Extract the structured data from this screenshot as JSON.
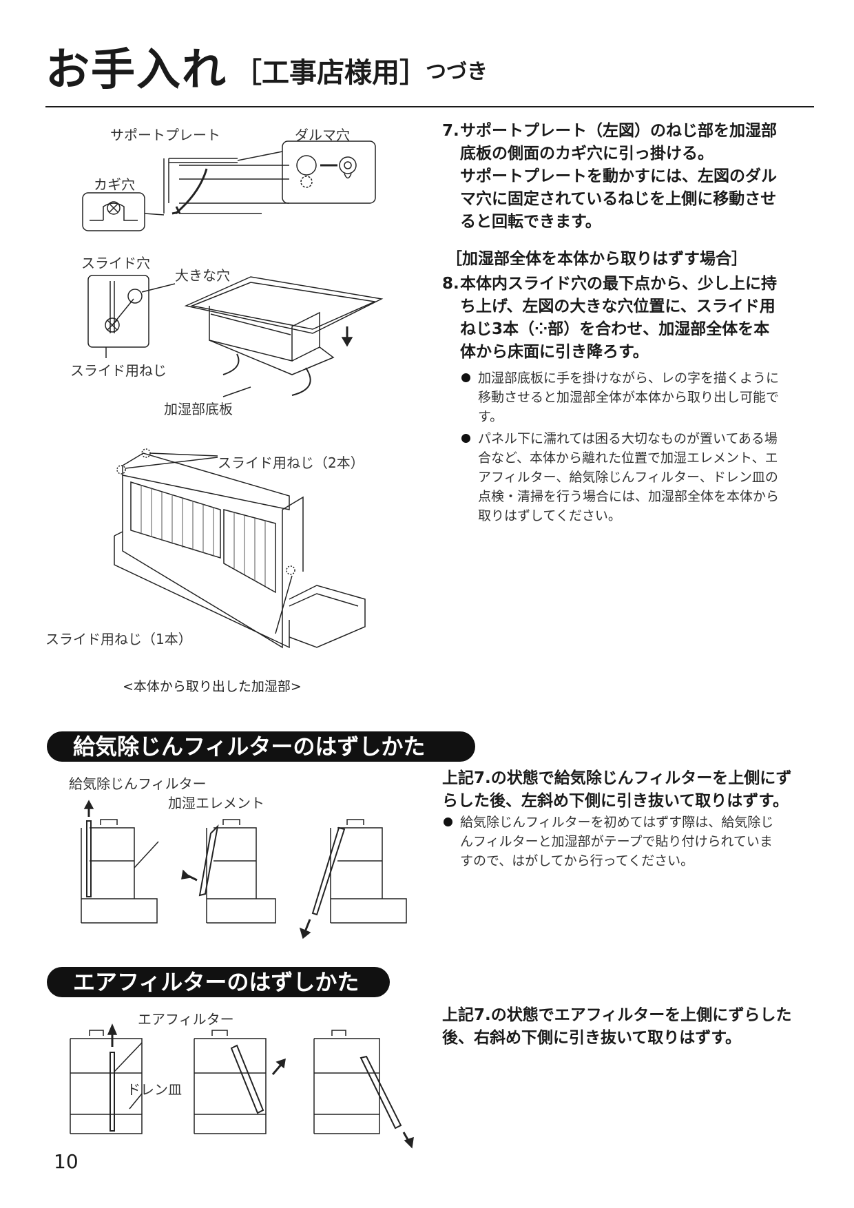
{
  "header": {
    "title": "お手入れ",
    "subtitle": "［工事店様用］",
    "continued": "つづき"
  },
  "figures": {
    "support_plate": "サポートプレート",
    "daruma_hole": "ダルマ穴",
    "hook_hole": "カギ穴",
    "slide_hole": "スライド穴",
    "large_hole": "大きな穴",
    "slide_screw": "スライド用ねじ",
    "humidifier_base": "加湿部底板",
    "slide_screw_2": "スライド用ねじ（2本）",
    "slide_screw_1": "スライド用ねじ（1本）",
    "removed_caption": "<本体から取り出した加湿部>",
    "supply_filter_label": "給気除じんフィルター",
    "element_label": "加湿エレメント",
    "air_filter_label": "エアフィルター",
    "drain_label": "ドレン皿"
  },
  "step7": {
    "num": "7.",
    "line1": "サポートプレート（左図）のねじ部を加湿部",
    "line2": "底板の側面のカギ穴に引っ掛ける。",
    "line3": "サポートプレートを動かすには、左図のダル",
    "line4": "マ穴に固定されているねじを上側に移動させ",
    "line5": "ると回転できます。"
  },
  "section_remove_all": "［加湿部全体を本体から取りはずす場合］",
  "step8": {
    "num": "8.",
    "line1": "本体内スライド穴の最下点から、少し上に持",
    "line2": "ち上げ、左図の大きな穴位置に、スライド用",
    "line3": "ねじ3本（⁘部）を合わせ、加湿部全体を本",
    "line4": "体から床面に引き降ろす。"
  },
  "bullets8": [
    [
      "加湿部底板に手を掛けながら、レの字を描くように",
      "移動させると加湿部全体が本体から取り出し可能で",
      "す。"
    ],
    [
      "パネル下に濡れては困る大切なものが置いてある場",
      "合など、本体から離れた位置で加湿エレメント、エ",
      "アフィルター、給気除じんフィルター、ドレン皿の",
      "点検・清掃を行う場合には、加湿部全体を本体から",
      "取りはずしてください。"
    ]
  ],
  "supply_filter": {
    "banner": "給気除じんフィルターのはずしかた",
    "line1": "上記7.の状態で給気除じんフィルターを上側にず",
    "line2": "らした後、左斜め下側に引き抜いて取りはずす。",
    "note": [
      "給気除じんフィルターを初めてはずす際は、給気除じ",
      "んフィルターと加湿部がテープで貼り付けられていま",
      "すので、はがしてから行ってください。"
    ]
  },
  "air_filter": {
    "banner": "エアフィルターのはずしかた",
    "line1": "上記7.の状態でエアフィルターを上側にずらした",
    "line2": "後、右斜め下側に引き抜いて取りはずす。"
  },
  "page_number": "10"
}
